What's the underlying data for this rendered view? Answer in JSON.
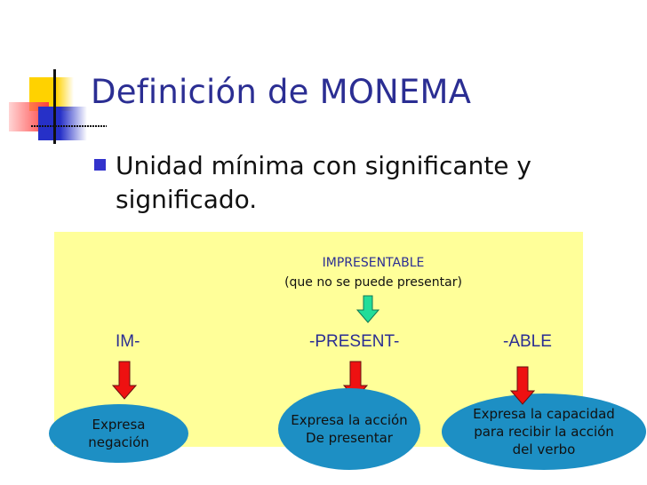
{
  "slide": {
    "title": "Definición de MONEMA",
    "bullet": "Unidad mínima con significante y significado.",
    "diagram": {
      "word": "IMPRESENTABLE",
      "gloss": "(que no se puede presentar)",
      "morphemes": [
        {
          "label": "IM-",
          "meaning": "Expresa negación"
        },
        {
          "label": "-PRESENT-",
          "meaning": "Expresa la acción De presentar"
        },
        {
          "label": "-ABLE",
          "meaning": "Expresa la capacidad para recibir la acción del verbo"
        }
      ],
      "colors": {
        "panel": "#ffff99",
        "ellipse": "#1d8fc4",
        "arrow_red": "#ee1111",
        "arrow_green": "#22dd99",
        "title": "#2b2e93"
      }
    }
  }
}
